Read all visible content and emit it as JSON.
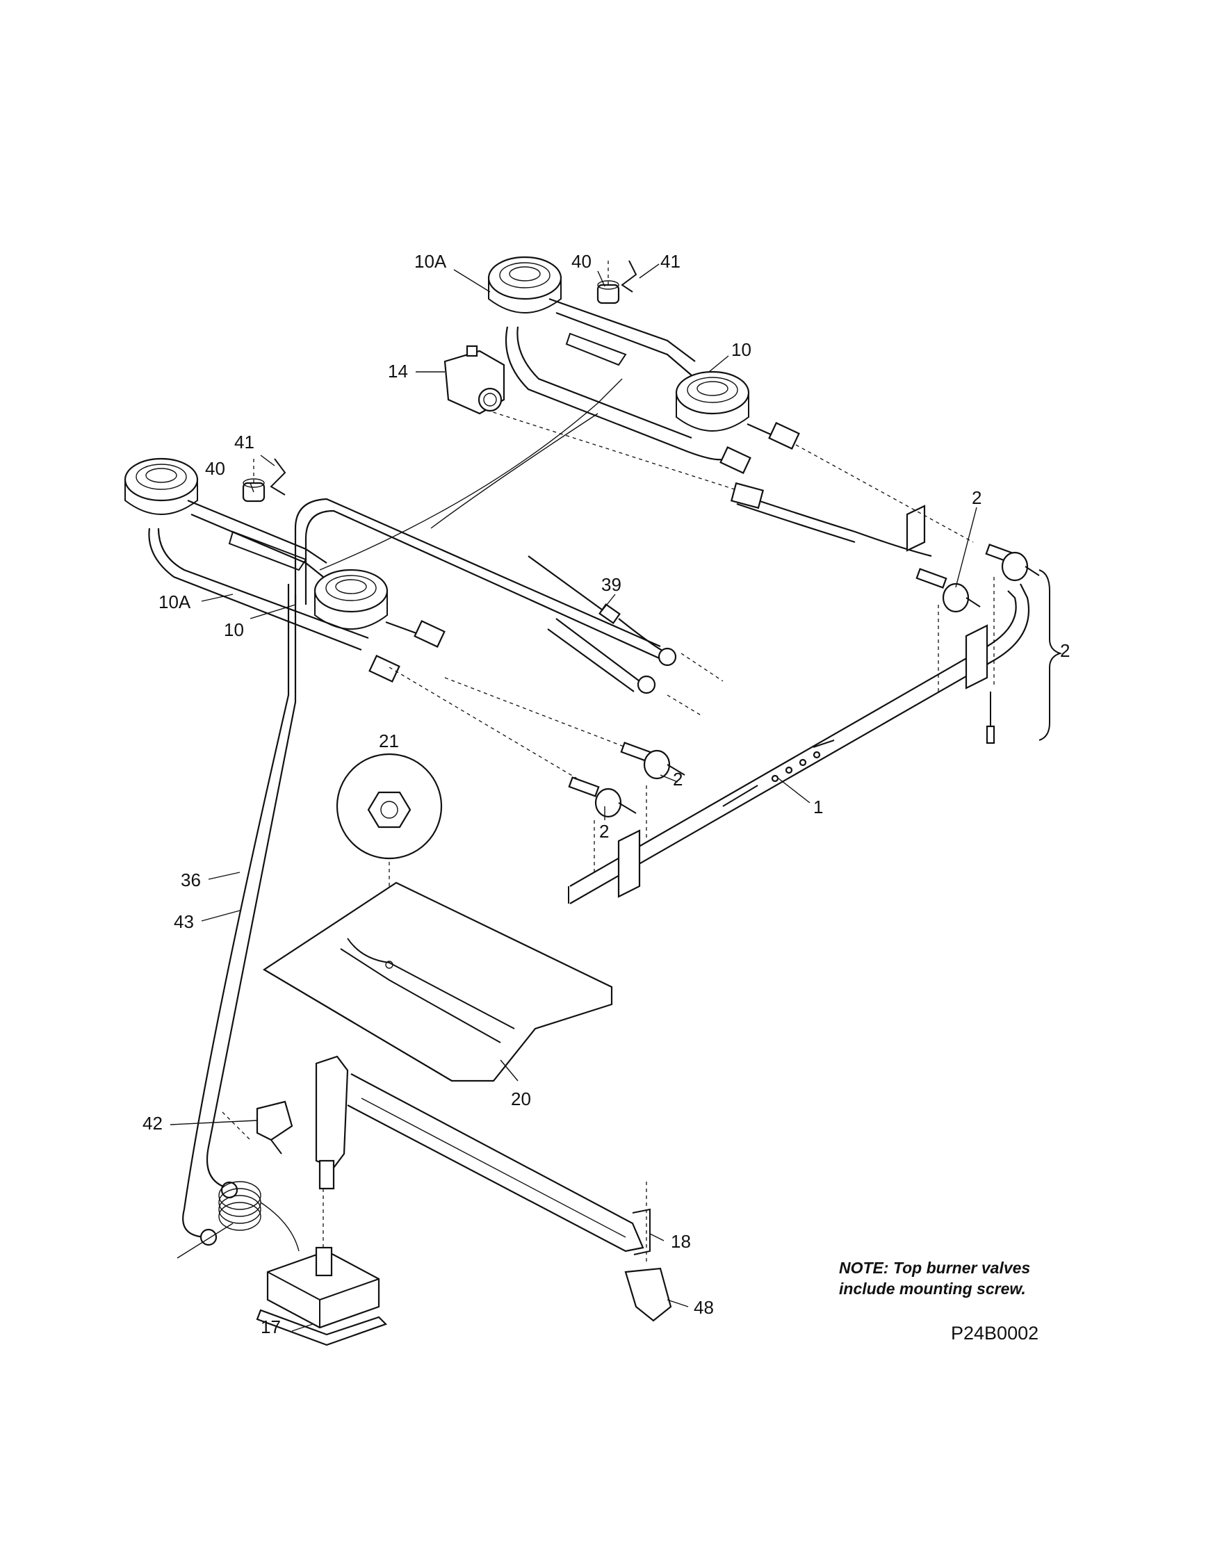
{
  "diagram": {
    "labels": {
      "p10a_top": "10A",
      "p40_top": "40",
      "p41_top": "41",
      "p14": "14",
      "p10_top": "10",
      "p41_left": "41",
      "p40_left": "40",
      "p2_right_top": "2",
      "p39": "39",
      "p10a_left": "10A",
      "p10_left": "10",
      "p2_brace": "2",
      "p2_mid_a": "2",
      "p2_mid_b": "2",
      "p1": "1",
      "p21": "21",
      "p36": "36",
      "p43": "43",
      "p20": "20",
      "p42": "42",
      "p18": "18",
      "p48": "48",
      "p17": "17"
    },
    "note_line1": "NOTE: Top burner valves",
    "note_line2": "include mounting screw.",
    "drawing_code": "P24B0002"
  }
}
